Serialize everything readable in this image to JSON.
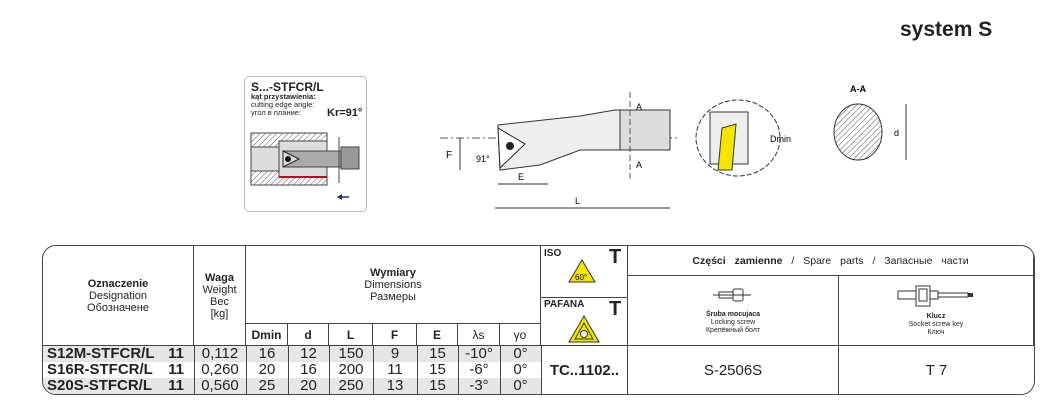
{
  "title": "system S",
  "info_box": {
    "name": "S...-STFCR/L",
    "angle_pl": "kąt przystawienia:",
    "angle_en": "cutting edge angle:",
    "angle_ru": "угол в плание:",
    "kr": "Kr=91°"
  },
  "drawing_labels": {
    "F": "F",
    "angle": "91°",
    "E": "E",
    "L": "L",
    "A1": "A",
    "A2": "A",
    "dmin": "Dmin",
    "section": "A-A",
    "d": "d"
  },
  "table": {
    "designation": {
      "pl": "Oznaczenie",
      "en": "Designation",
      "ru": "Обозначене"
    },
    "weight": {
      "pl": "Waga",
      "en": "Weight",
      "ru": "Вес",
      "unit": "[kg]"
    },
    "dimensions": {
      "pl": "Wymiary",
      "en": "Dimensions",
      "ru": "Размеры"
    },
    "columns": [
      "Dmin",
      "d",
      "L",
      "F",
      "E",
      "λs",
      "γo"
    ],
    "rows": [
      {
        "name": "S12M-STFCR/L",
        "size": "11",
        "weight": "0,112",
        "dmin": "16",
        "d": "12",
        "L": "150",
        "F": "9",
        "E": "15",
        "ls": "-10°",
        "go": "0°"
      },
      {
        "name": "S16R-STFCR/L",
        "size": "11",
        "weight": "0,260",
        "dmin": "20",
        "d": "16",
        "L": "200",
        "F": "11",
        "E": "15",
        "ls": "-6°",
        "go": "0°"
      },
      {
        "name": "S20S-STFCR/L",
        "size": "11",
        "weight": "0,560",
        "dmin": "25",
        "d": "20",
        "L": "250",
        "F": "13",
        "E": "15",
        "ls": "-3°",
        "go": "0°"
      }
    ],
    "iso": {
      "label": "ISO",
      "letter": "T",
      "angle": "60°"
    },
    "pafana": {
      "label": "PAFANA",
      "letter": "T"
    },
    "insert": "TC..1102..",
    "spare": {
      "pl": "Części zamienne",
      "sep": "/",
      "en": "Spare parts",
      "ru": "Запасные части"
    },
    "screw": {
      "pl": "Śruba mocujaca",
      "en": "Locking screw",
      "ru": "Крепёжный болт",
      "value": "S-2506S"
    },
    "key": {
      "pl": "Klucz",
      "en": "Socket screw key",
      "ru": "Ключ",
      "value": "T 7"
    }
  },
  "colors": {
    "yellow": "#f5e400",
    "red": "#d0021b",
    "blue": "#1a2a8a",
    "row_shade": "#e6e6e6"
  }
}
